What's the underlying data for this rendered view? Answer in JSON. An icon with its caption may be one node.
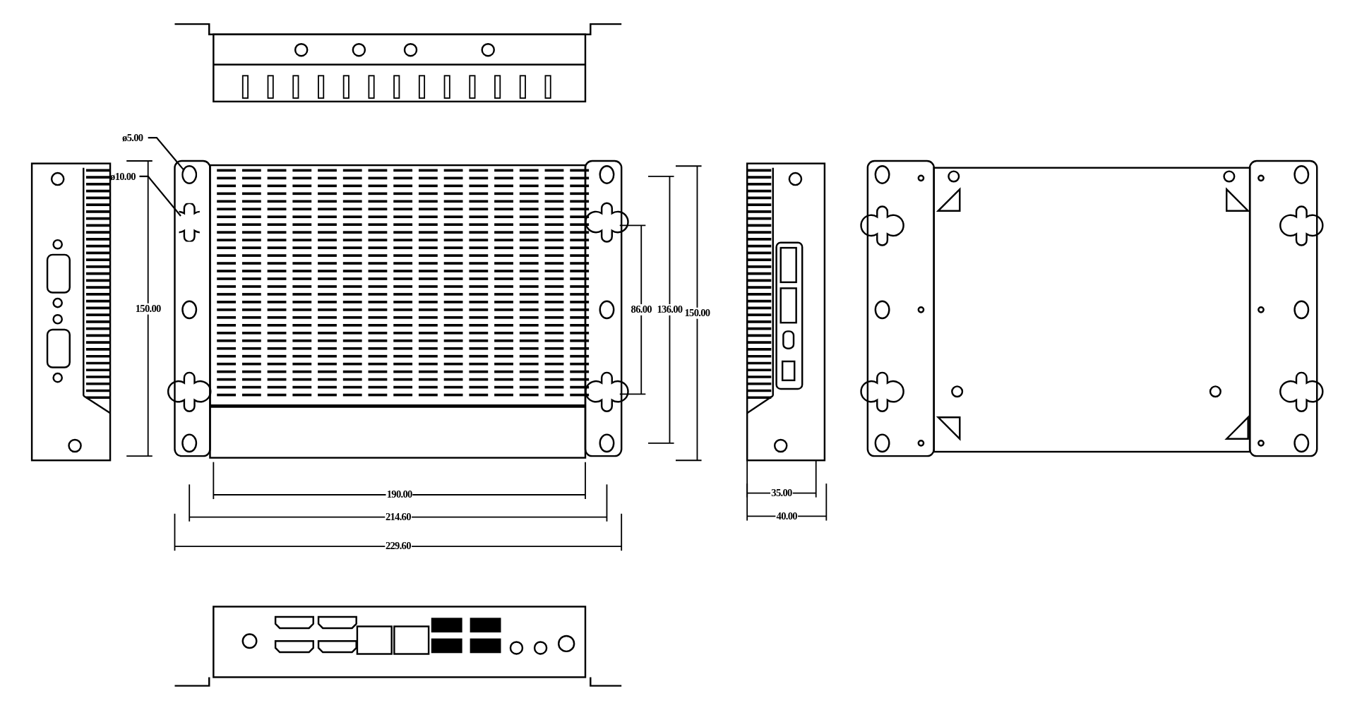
{
  "diagram": {
    "nodes": [
      {
        "text": [
          "ø5.00"
        ]
      },
      {
        "text": [
          "ø10.00"
        ]
      },
      {
        "text": [],
        "shape": "circle"
      },
      {
        "text": [],
        "shape": "keyhole"
      }
    ],
    "edges": [
      {
        "from": 0,
        "to": 2,
        "arrow": "none"
      },
      {
        "from": 1,
        "to": 3,
        "arrow": "none"
      }
    ],
    "labels": [
      "150.00",
      "86.00",
      "136.00",
      "150.00",
      "190.00",
      "35.00",
      "214.60",
      "40.00",
      "229.60"
    ]
  }
}
